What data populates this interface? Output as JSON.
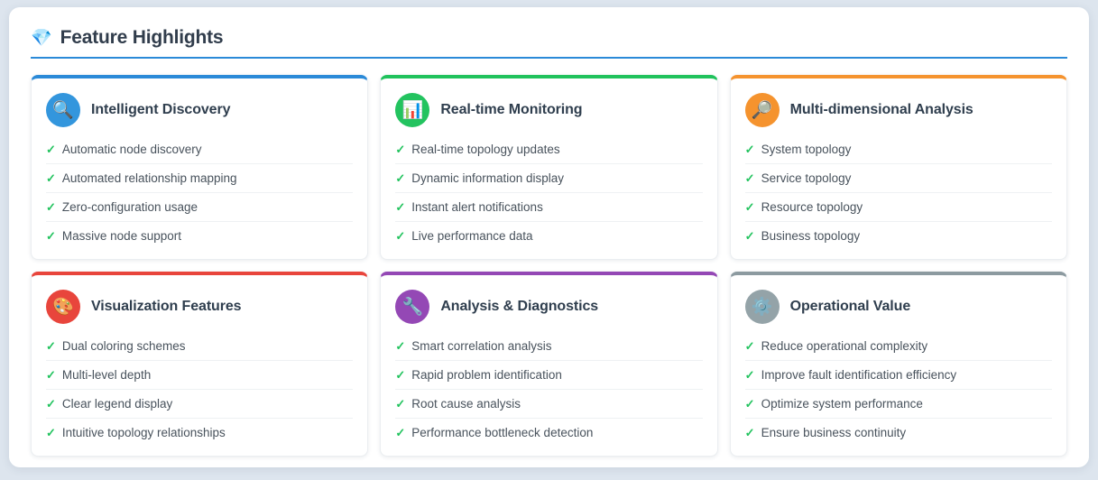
{
  "header": {
    "icon": "gem-icon",
    "icon_glyph": "💎",
    "title": "Feature Highlights",
    "rule_color": "#2b8ad8"
  },
  "colors": {
    "page_background": "#dde5ee",
    "panel_background": "#ffffff",
    "check_green": "#22c35e",
    "title_text": "#2f3e4e",
    "item_text": "#48525c",
    "divider": "#eef1f3"
  },
  "cards": [
    {
      "title": "Intelligent Discovery",
      "icon_name": "magnifier-icon",
      "icon_glyph": "🔍",
      "accent": "#2b8ad8",
      "circle_color": "#3396dd",
      "items": [
        "Automatic node discovery",
        "Automated relationship mapping",
        "Zero-configuration usage",
        "Massive node support"
      ]
    },
    {
      "title": "Real-time Monitoring",
      "icon_name": "bar-chart-icon",
      "icon_glyph": "📊",
      "accent": "#20c25c",
      "circle_color": "#23c35f",
      "items": [
        "Real-time topology updates",
        "Dynamic information display",
        "Instant alert notifications",
        "Live performance data"
      ]
    },
    {
      "title": "Multi-dimensional Analysis",
      "icon_name": "magnifier-tilted-icon",
      "icon_glyph": "🔎",
      "accent": "#f5932e",
      "circle_color": "#f5932e",
      "items": [
        "System topology",
        "Service topology",
        "Resource topology",
        "Business topology"
      ]
    },
    {
      "title": "Visualization Features",
      "icon_name": "palette-icon",
      "icon_glyph": "🎨",
      "accent": "#e8453c",
      "circle_color": "#e8453c",
      "items": [
        "Dual coloring schemes",
        "Multi-level depth",
        "Clear legend display",
        "Intuitive topology relationships"
      ]
    },
    {
      "title": "Analysis & Diagnostics",
      "icon_name": "wrench-icon",
      "icon_glyph": "🔧",
      "accent": "#9448b5",
      "circle_color": "#9448b5",
      "items": [
        "Smart correlation analysis",
        "Rapid problem identification",
        "Root cause analysis",
        "Performance bottleneck detection"
      ]
    },
    {
      "title": "Operational Value",
      "icon_name": "gear-icon",
      "icon_glyph": "⚙️",
      "accent": "#8c9aa0",
      "circle_color": "#94a3a8",
      "items": [
        "Reduce operational complexity",
        "Improve fault identification efficiency",
        "Optimize system performance",
        "Ensure business continuity"
      ]
    }
  ],
  "check_glyph": "✓"
}
